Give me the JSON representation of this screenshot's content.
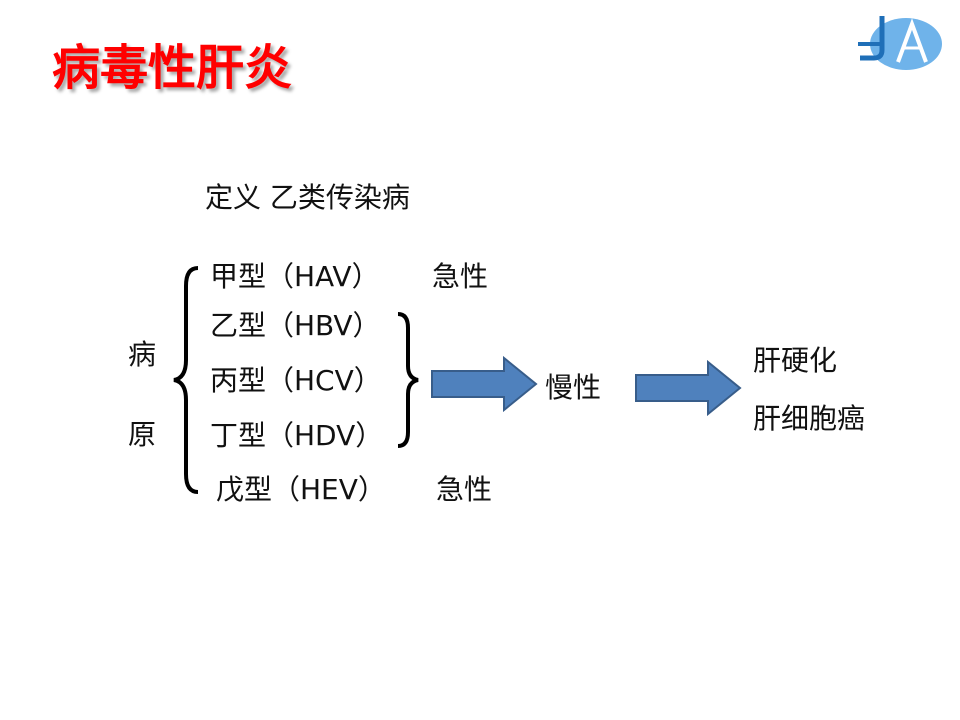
{
  "slide": {
    "title": "病毒性肝炎",
    "definition": "定义   乙类传染病",
    "cause_label_1": "病",
    "cause_label_2": "原",
    "types": [
      {
        "name": "甲型（HAV）",
        "course": "急性"
      },
      {
        "name": "乙型（HBV）",
        "course": ""
      },
      {
        "name": "丙型（HCV）",
        "course": ""
      },
      {
        "name": "丁型（HDV）",
        "course": ""
      },
      {
        "name": "戊型（HEV）",
        "course": "急性"
      }
    ],
    "chronic_label": "慢性",
    "outcomes": [
      "肝硬化",
      "肝细胞癌"
    ]
  },
  "colors": {
    "title": "#ff0000",
    "arrow_fill": "#4f81bd",
    "arrow_stroke": "#385d8a",
    "logo_blue": "#3d8fd8"
  },
  "icons": {
    "logo": "ja-logo-icon",
    "arrows": "right-arrow-icon",
    "braces": "curly-brace-icon"
  }
}
